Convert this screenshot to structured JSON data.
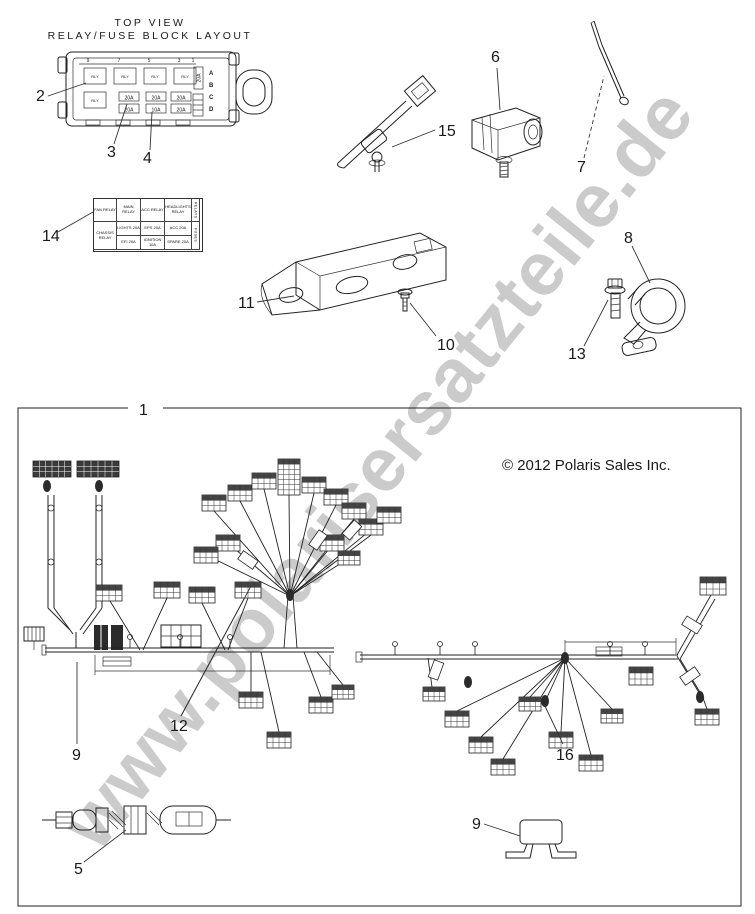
{
  "watermark": "www.polarisersatzteile.de",
  "header": {
    "line1": "TOP VIEW",
    "line2": "RELAY/FUSE BLOCK LAYOUT"
  },
  "copyright": "© 2012 Polaris Sales Inc.",
  "fuse_block": {
    "slot_numbers": [
      "9",
      "7",
      "5",
      "3",
      "1"
    ],
    "row_letters": [
      "A",
      "B",
      "C",
      "D"
    ],
    "relay_labels": [
      "RLY",
      "RLY",
      "RLY",
      "RLY",
      "RLY"
    ],
    "side_fuse": "20A",
    "fuse_rows": [
      [
        "20A",
        "20A",
        "20A"
      ],
      [
        "20A",
        "10A",
        "20A"
      ]
    ]
  },
  "legend": {
    "relays": [
      "FAN RELAY",
      "MAIN RELAY",
      "ACC RELAY",
      "HEADLIGHTS RELAY"
    ],
    "relays_side": "RELAYS",
    "chassis": "CHASSIS RELAY",
    "fuse_rows": [
      [
        "LIGHTS 20A",
        "EPS 20A",
        "ACC 20A"
      ],
      [
        "EFI 20A",
        "IGNITION 10A",
        "SPARE 20A"
      ]
    ],
    "fuses_side": "FUSES"
  },
  "callouts": {
    "c1": "1",
    "c2": "2",
    "c3": "3",
    "c4": "4",
    "c5": "5",
    "c6": "6",
    "c7": "7",
    "c8": "8",
    "c9a": "9",
    "c9b": "9",
    "c10": "10",
    "c11": "11",
    "c12": "12",
    "c13": "13",
    "c14": "14",
    "c15": "15",
    "c16": "16"
  }
}
